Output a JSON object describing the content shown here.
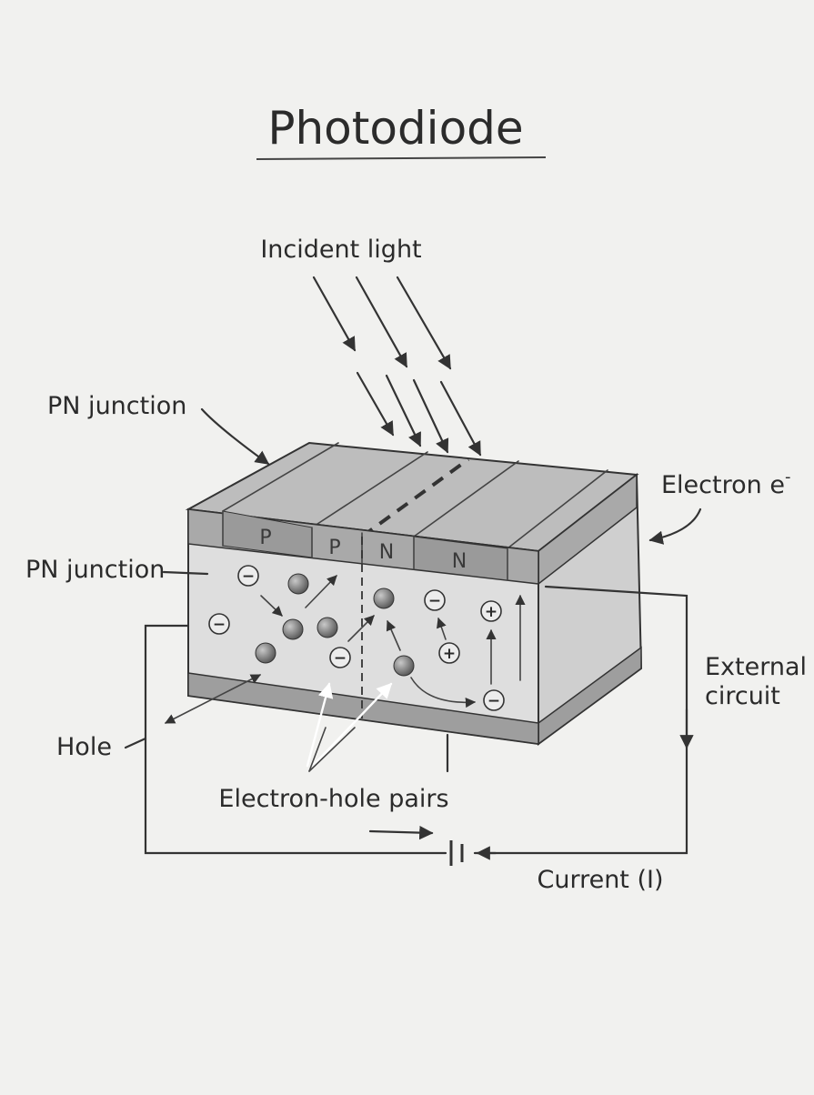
{
  "title": "Photodiode",
  "labels": {
    "incident_light": "Incident light",
    "pn_junction_top": "PN junction",
    "pn_junction_side": "PN junction",
    "electron": "Electron e",
    "electron_sup": "-",
    "external_circuit_line1": "External",
    "external_circuit_line2": "circuit",
    "hole": "Hole",
    "electron_hole_pairs": "Electron-hole pairs",
    "current": "Current (I)"
  },
  "regions": [
    "P",
    "P",
    "N",
    "N"
  ],
  "charge_signs": {
    "negative": "−",
    "positive": "+"
  },
  "colors": {
    "paper": "#f1f1ef",
    "ink": "#2b2b2b",
    "top_face": "#bdbdbd",
    "front_face": "#dedede",
    "side_face": "#cfcfcf",
    "band": "#9e9e9e",
    "carrier": "#6f6f6f"
  }
}
